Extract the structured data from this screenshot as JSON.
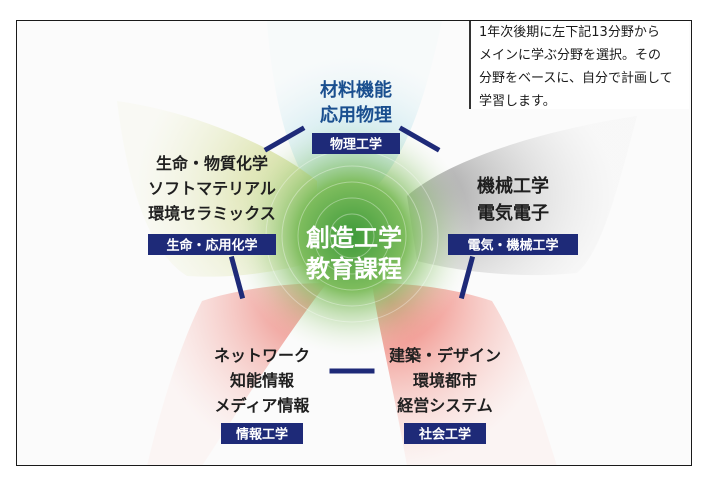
{
  "colors": {
    "navy": "#1e2a78",
    "top_petal": "#bfe3ea",
    "right_petal": "#bdbdbd",
    "left_petal": "#d8dfa8",
    "bottom_left_petal": "#f0a8a0",
    "bottom_right_petal": "#f19a8e",
    "center_glow": "#8cc66a"
  },
  "center": {
    "line1": "創造工学",
    "line2": "教育課程"
  },
  "petals": [
    {
      "id": "top",
      "lines": [
        "材料機能",
        "応用物理"
      ],
      "label": "物理工学",
      "text_color": "#1a4f8f"
    },
    {
      "id": "right",
      "lines": [
        "機械工学",
        "電気電子"
      ],
      "label": "電気・機械工学",
      "text_color": "#1f1f1f"
    },
    {
      "id": "bottom-right",
      "lines": [
        "建築・デザイン",
        "環境都市",
        "経営システム"
      ],
      "label": "社会工学",
      "text_color": "#1f1f1f"
    },
    {
      "id": "bottom-left",
      "lines": [
        "ネットワーク",
        "知能情報",
        "メディア情報"
      ],
      "label": "情報工学",
      "text_color": "#1f1f1f"
    },
    {
      "id": "left",
      "lines": [
        "生命・物質化学",
        "ソフトマテリアル",
        "環境セラミックス"
      ],
      "label": "生命・応用化学",
      "text_color": "#1f1f1f"
    }
  ],
  "note": {
    "lines": [
      "1年次後期に左下記13分野から",
      "メインに学ぶ分野を選択。その",
      "分野をベースに、自分で計画して",
      "学習します。"
    ]
  }
}
